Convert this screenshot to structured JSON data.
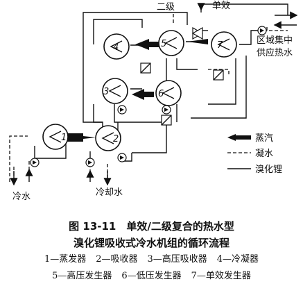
{
  "units": [
    {
      "id": "1",
      "label": "1"
    },
    {
      "id": "2",
      "label": "2"
    },
    {
      "id": "3",
      "label": "3"
    },
    {
      "id": "4",
      "label": "4"
    },
    {
      "id": "5",
      "label": "5"
    },
    {
      "id": "6",
      "label": "6"
    },
    {
      "id": "7",
      "label": "7"
    }
  ],
  "labels": {
    "double_effect": "二级",
    "single_effect": "单效",
    "district_1": "区域集中",
    "district_2": "供应热水",
    "chilled_water": "冷水",
    "cooling_water": "冷却水"
  },
  "legend": {
    "steam": "蒸汽",
    "condensate": "凝水",
    "libr": "溴化锂"
  },
  "caption": {
    "title_line1": "图 13-11　单效/二级复合的热水型",
    "title_line2": "溴化锂吸收式冷水机组的循环流程",
    "components_line1": [
      "1—蒸发器",
      "2—吸收器",
      "3—高压吸收器",
      "4—冷凝器"
    ],
    "components_line2": [
      "5—高压发生器",
      "6—低压发生器",
      "7—单效发生器"
    ]
  }
}
